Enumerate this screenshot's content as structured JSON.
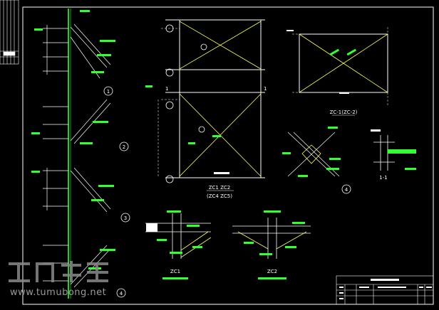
{
  "colors": {
    "background": "#000000",
    "frame": "#ffffff",
    "member": "#ffff66",
    "column": "#33ff33",
    "annotation": "#33ff33",
    "dimension": "#ffffff",
    "circle_tag": "#ffffff",
    "watermark": "#b0b0b0"
  },
  "watermark": {
    "site": "www.tumubong.net"
  },
  "labels": {
    "elev_1": "1",
    "elev_2": "1",
    "detail_1": "1",
    "detail_2": "2",
    "detail_3": "3",
    "detail_4": "4",
    "section": "1-1",
    "plan_label": "ZC-1(ZC-2)",
    "view_label_1": "ZC1  ZC2",
    "view_label_2": "(ZC4  ZC5)",
    "node_1": "ZC1",
    "node_2": "ZC2"
  },
  "title_block": {
    "company": "",
    "project": "",
    "drawing": ""
  }
}
